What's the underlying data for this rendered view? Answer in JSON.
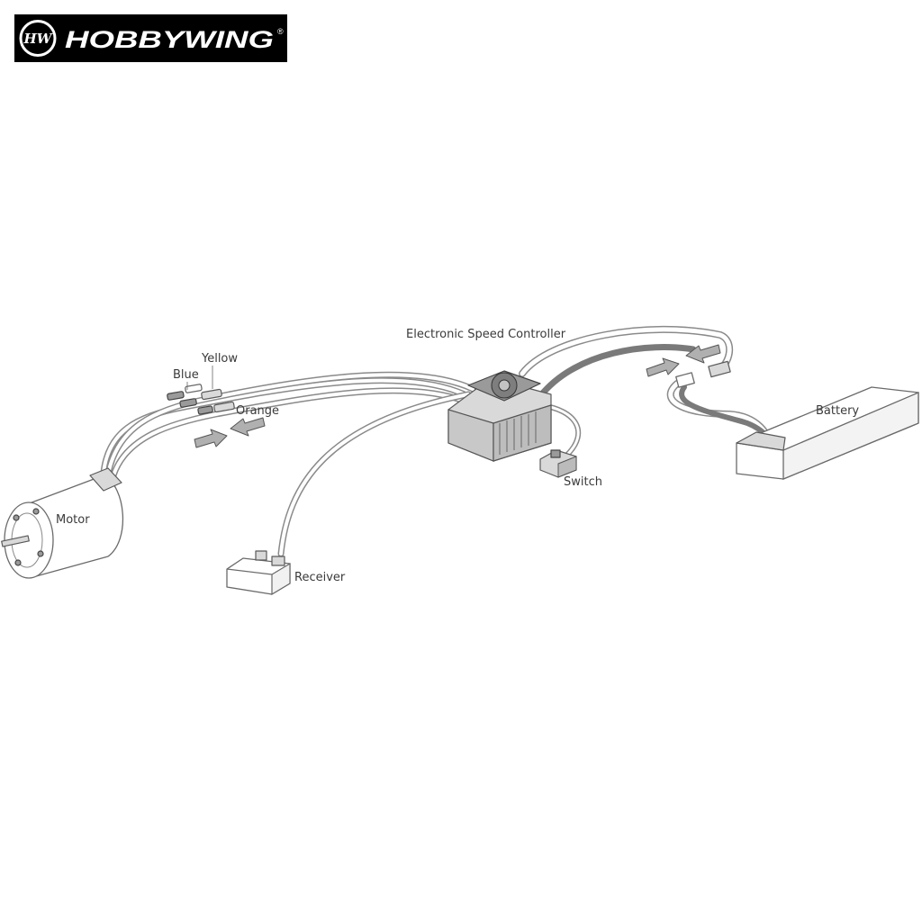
{
  "brand": {
    "name": "HOBBYWING",
    "mark": "HW",
    "registered": "®",
    "logo_background": "#000000",
    "logo_foreground": "#ffffff"
  },
  "labels": {
    "esc": "Electronic Speed Controller",
    "yellow": "Yellow",
    "blue": "Blue",
    "orange": "Orange",
    "motor": "Motor",
    "switch": "Switch",
    "receiver": "Receiver",
    "battery": "Battery"
  },
  "colors": {
    "wire": "#8a8a8a",
    "body": "#d9d9d9",
    "outline": "#6a6a6a",
    "arrow": "#b0b0b0"
  }
}
